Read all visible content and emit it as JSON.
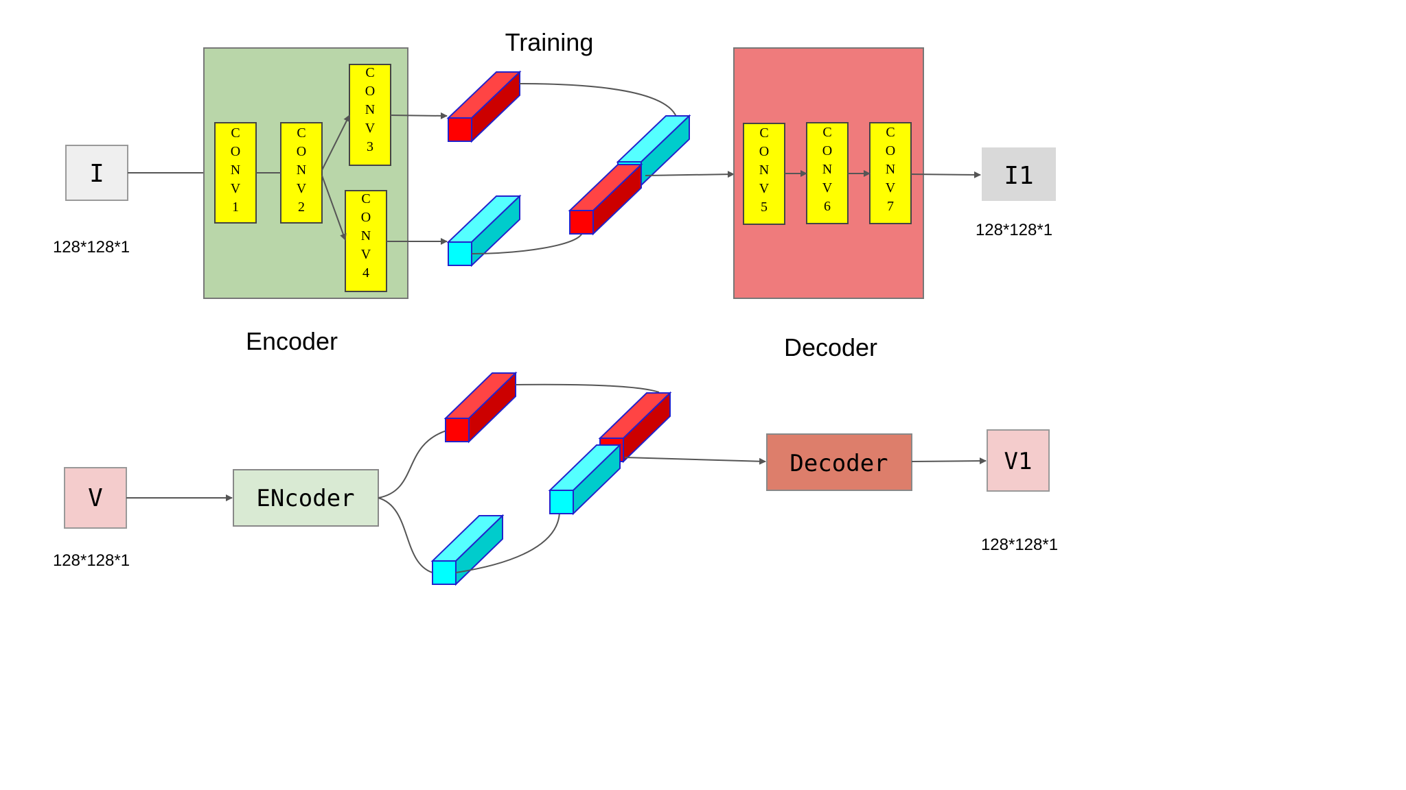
{
  "titles": {
    "training": "Training",
    "encoder": "Encoder",
    "decoder": "Decoder"
  },
  "top": {
    "input_label": "I",
    "input_size": "128*128*1",
    "output_label": "I1",
    "output_size": "128*128*1",
    "conv1": "C O N V 1",
    "conv2": "C O N V 2",
    "conv3": "C O N V 3",
    "conv4": "C O N V 4",
    "conv5": "C O N V 5",
    "conv6": "C O N V 6",
    "conv7": "C O N V 7"
  },
  "bottom": {
    "input_label": "V",
    "input_size": "128*128*1",
    "encoder_label": "ENcoder",
    "decoder_label": "Decoder",
    "output_label": "V1",
    "output_size": "128*128*1"
  },
  "colors": {
    "encoder_panel": "#b9d6a9",
    "decoder_panel": "#ef7b7c",
    "conv_block": "#ffff00",
    "red_feature": "#ff2222",
    "cyan_feature": "#22ffff",
    "input_box": "#efefef",
    "output_box": "#d9d9d9",
    "v_box": "#f4cccc",
    "encoder_box": "#d9ead3",
    "decoder_box": "#dd7e6b"
  }
}
